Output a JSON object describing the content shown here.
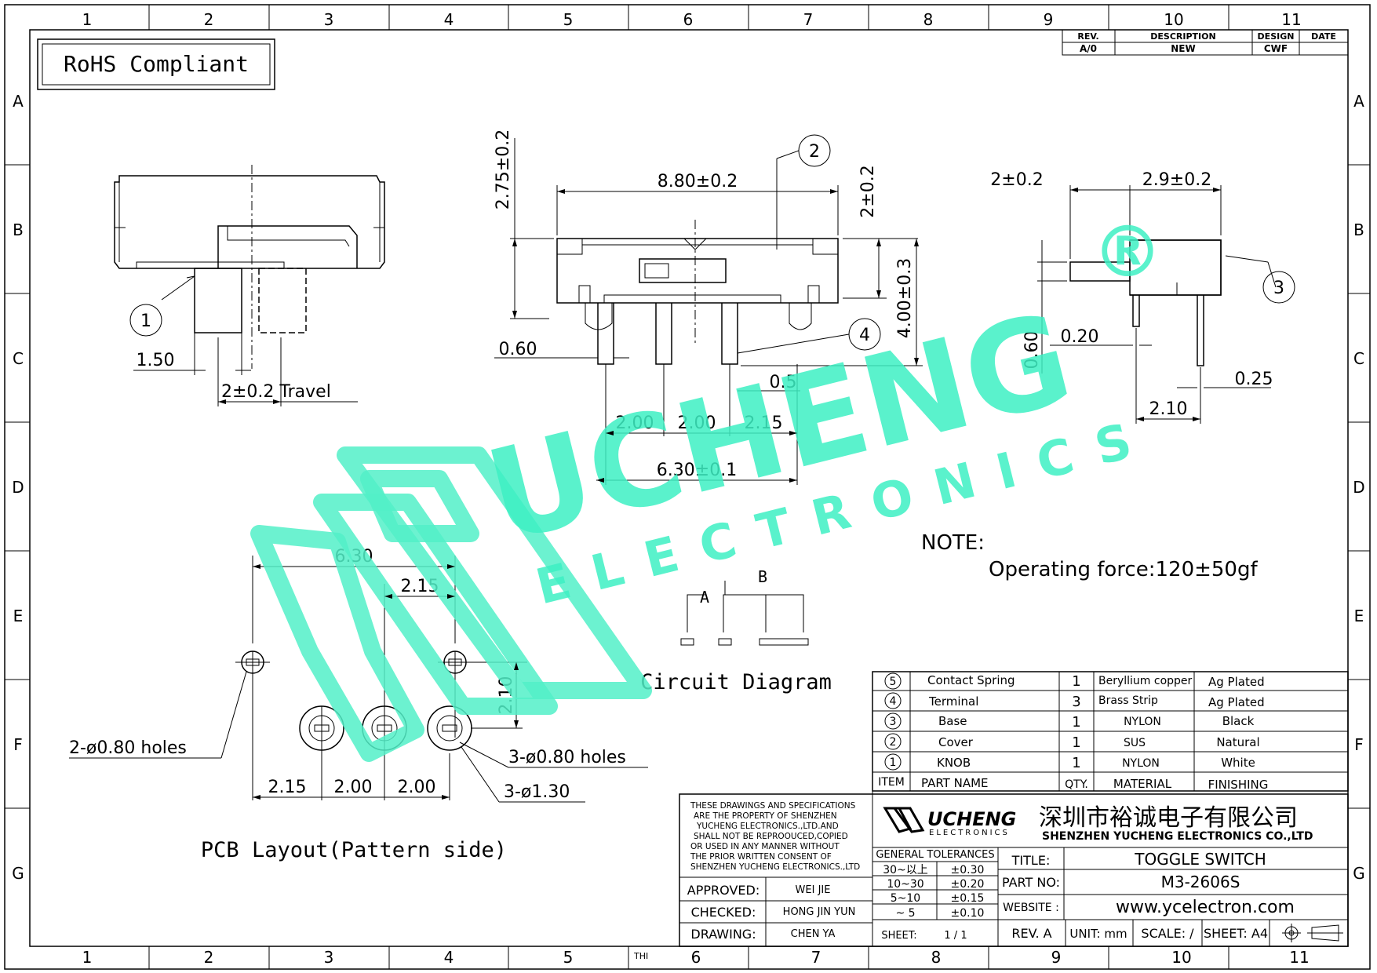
{
  "frame": {
    "cols": [
      "1",
      "2",
      "3",
      "4",
      "5",
      "6",
      "7",
      "8",
      "9",
      "10",
      "11"
    ],
    "rows": [
      "A",
      "B",
      "C",
      "D",
      "E",
      "F",
      "G"
    ]
  },
  "rohs": "RoHS Compliant",
  "revision": {
    "headers": [
      "REV.",
      "DESCRIPTION",
      "DESIGN",
      "DATE"
    ],
    "row": [
      "A/0",
      "NEW",
      "CWF",
      ""
    ]
  },
  "dims": {
    "side_1_50": "1.50",
    "side_travel": "2±0.2 Travel",
    "front_width": "8.80±0.2",
    "front_height": "2.75±0.2",
    "front_knob_height": "2±0.2",
    "front_total_height": "4.00±0.3",
    "front_0_60": "0.60",
    "front_0_5": "0.5",
    "front_pitch1": "2.00",
    "front_pitch2": "2.00",
    "front_pitch3": "2.15",
    "front_span": "6.30±0.1",
    "right_2": "2±0.2",
    "right_2_9": "2.9±0.2",
    "right_0_60": "0.60",
    "right_0_20": "0.20",
    "right_0_25": "0.25",
    "right_2_10": "2.10",
    "pcb_6_30": "6.30",
    "pcb_2_15_top": "2.15",
    "pcb_2_10": "2.10",
    "pcb_holes_2": "2-ø0.80 holes",
    "pcb_holes_3": "3-ø0.80 holes",
    "pcb_pads_3": "3-ø1.30",
    "pcb_b1": "2.15",
    "pcb_b2": "2.00",
    "pcb_b3": "2.00"
  },
  "balloons": [
    "1",
    "2",
    "3",
    "4"
  ],
  "pcb_title": "PCB Layout(Pattern side)",
  "circuit": {
    "title": "Circuit Diagram",
    "a": "A",
    "b": "B"
  },
  "note": {
    "title": "NOTE:",
    "text": "Operating force:120±50gf"
  },
  "watermark": {
    "brand": "UCHENG",
    "sub": "ELECTRONICS",
    "reg": "®"
  },
  "bom": {
    "rows": [
      {
        "item": "5",
        "name": "Contact Spring",
        "qty": "1",
        "material": "Beryllium copper",
        "finish": "Ag Plated"
      },
      {
        "item": "4",
        "name": "Terminal",
        "qty": "3",
        "material": "Brass Strip",
        "finish": "Ag Plated"
      },
      {
        "item": "3",
        "name": "Base",
        "qty": "1",
        "material": "NYLON",
        "finish": "Black"
      },
      {
        "item": "2",
        "name": "Cover",
        "qty": "1",
        "material": "SUS",
        "finish": "Natural"
      },
      {
        "item": "1",
        "name": "KNOB",
        "qty": "1",
        "material": "NYLON",
        "finish": "White"
      }
    ],
    "headers": {
      "item": "ITEM",
      "name": "PART NAME",
      "qty": "QTY.",
      "material": "MATERIAL",
      "finish": "FINISHING"
    }
  },
  "titleblock": {
    "notice": [
      "THESE DRAWINGS AND SPECIFICATIONS",
      "ARE THE PROPERTY OF SHENZHEN",
      "YUCHENG ELECTRONICS.,LTD.AND",
      "SHALL NOT BE REPROOUCED,COPIED",
      "OR USED IN ANY MANNER WITHOUT",
      "THE PRIOR WRITTEN CONSENT OF",
      "SHENZHEN YUCHENG ELECTRONICS.,LTD"
    ],
    "approved_label": "APPROVED:",
    "approved": "WEI JIE",
    "checked_label": "CHECKED:",
    "checked": "HONG JIN YUN",
    "drawing_label": "DRAWING:",
    "drawing": "CHEN YA",
    "logo_brand": "UCHENG",
    "logo_sub": "ELECTRONICS",
    "company_cn": "深圳市裕诚电子有限公司",
    "company_en": "SHENZHEN YUCHENG ELECTRONICS CO.,LTD",
    "tol_title": "GENERAL TOLERANCES",
    "tolerances": [
      [
        "30~以上",
        "±0.30"
      ],
      [
        "10~30",
        "±0.20"
      ],
      [
        "5~10",
        "±0.15"
      ],
      [
        "~ 5",
        "±0.10"
      ]
    ],
    "sheet_label": "SHEET:",
    "sheet": "1 / 1",
    "title_label": "TITLE:",
    "title": "TOGGLE SWITCH",
    "part_label": "PART NO:",
    "part": "M3-2606S",
    "web_label": "WEBSITE :",
    "web": "www.ycelectron.com",
    "rev": "REV. A",
    "unit": "UNIT: mm",
    "scale": "SCALE: /",
    "sheet_size": "SHEET: A4",
    "thi": "THI"
  }
}
